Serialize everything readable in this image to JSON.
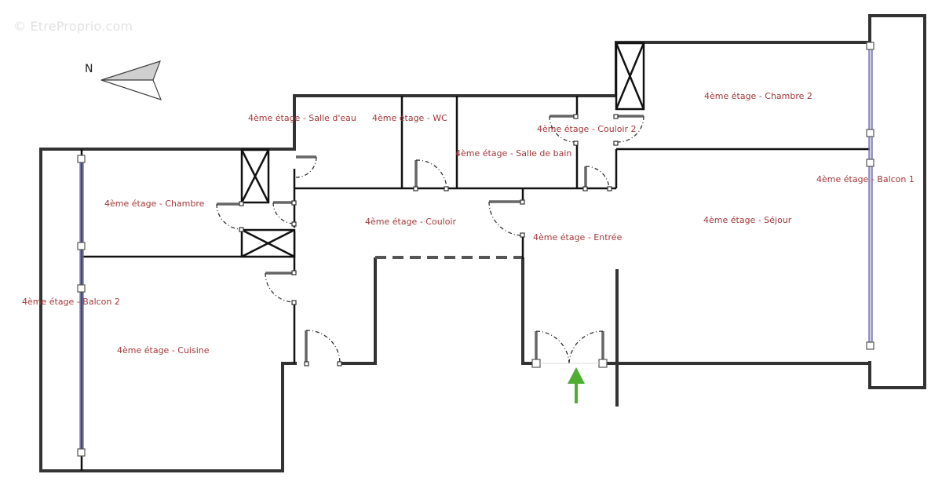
{
  "watermark": "© EtreProprio.com",
  "compass": {
    "label": "N",
    "icon": "north-arrow-icon"
  },
  "entrance_marker": {
    "icon": "entrance-arrow-icon",
    "color": "#4caf2f"
  },
  "colors": {
    "label": "#a2393b",
    "wall": "#333333",
    "window": "#6a6aa8"
  },
  "rooms": [
    {
      "id": "salle-eau",
      "label": "4ème étage - Salle d'eau"
    },
    {
      "id": "wc",
      "label": "4ème étage - WC"
    },
    {
      "id": "couloir-2",
      "label": "4ème étage - Couloir 2"
    },
    {
      "id": "salle-bain",
      "label": "4ème étage - Salle de bain"
    },
    {
      "id": "chambre-2",
      "label": "4ème étage - Chambre 2"
    },
    {
      "id": "balcon-1",
      "label": "4ème étage - Balcon 1"
    },
    {
      "id": "chambre",
      "label": "4ème étage - Chambre"
    },
    {
      "id": "couloir",
      "label": "4ème étage - Couloir"
    },
    {
      "id": "entree",
      "label": "4ème étage - Entrée"
    },
    {
      "id": "sejour",
      "label": "4ème étage - Séjour"
    },
    {
      "id": "balcon-2",
      "label": "4ème étage - Balcon 2"
    },
    {
      "id": "cuisine",
      "label": "4ème étage - Cuisine"
    }
  ]
}
